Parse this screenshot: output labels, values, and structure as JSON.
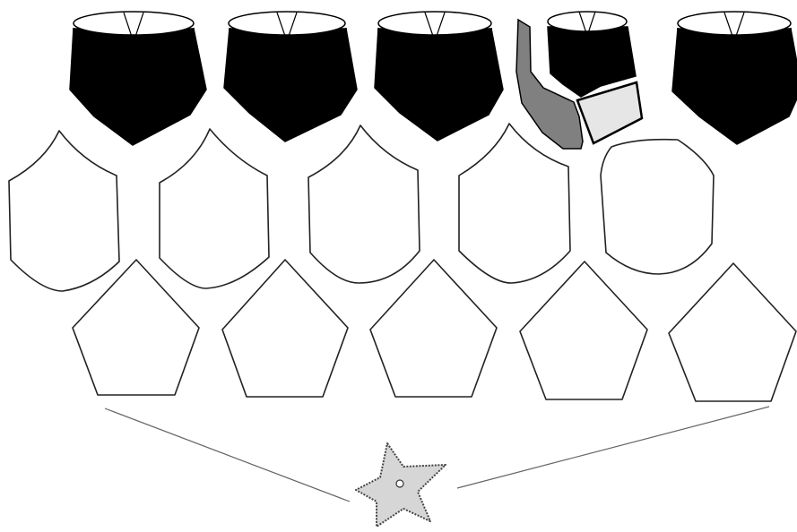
{
  "diagram": {
    "rows": [
      {
        "name": "black-faceted-cups",
        "count": 5,
        "fill": "#000000",
        "top_fill": "#ffffff"
      },
      {
        "name": "outlined-hexagonal-panels",
        "count": 5,
        "fill": "#ffffff",
        "stroke": "#222222"
      },
      {
        "name": "outlined-pentagons",
        "count": 5,
        "fill": "#ffffff",
        "stroke": "#222222"
      }
    ],
    "highlight_piece": {
      "strip_fill": "#808080",
      "box_fill": "#e6e6e6"
    },
    "star": {
      "fill": "#d6d6d6",
      "stroke": "#444444",
      "has_center_hole": true
    }
  }
}
